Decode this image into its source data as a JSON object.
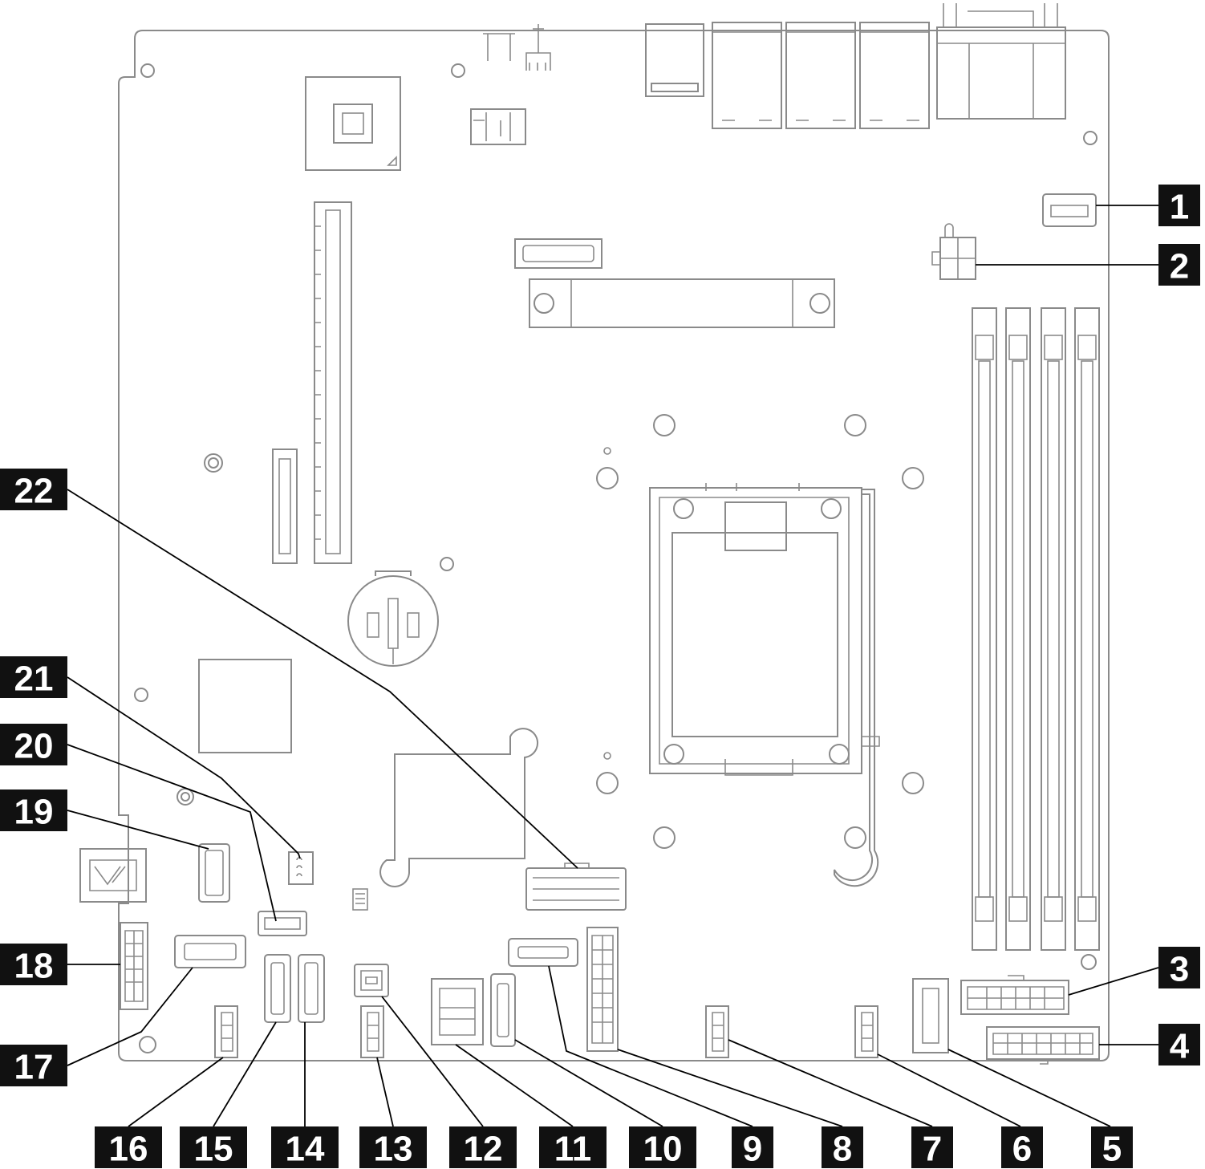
{
  "diagram": {
    "type": "system-board-connector-layout",
    "colors": {
      "board_outline": "#8a8a8a",
      "callout_background": "#111111",
      "callout_text": "#ffffff",
      "leader_line": "#000000"
    }
  },
  "callouts": [
    {
      "label": "1"
    },
    {
      "label": "2"
    },
    {
      "label": "3"
    },
    {
      "label": "4"
    },
    {
      "label": "5"
    },
    {
      "label": "6"
    },
    {
      "label": "7"
    },
    {
      "label": "8"
    },
    {
      "label": "9"
    },
    {
      "label": "10"
    },
    {
      "label": "11"
    },
    {
      "label": "12"
    },
    {
      "label": "13"
    },
    {
      "label": "14"
    },
    {
      "label": "15"
    },
    {
      "label": "16"
    },
    {
      "label": "17"
    },
    {
      "label": "18"
    },
    {
      "label": "19"
    },
    {
      "label": "20"
    },
    {
      "label": "21"
    },
    {
      "label": "22"
    }
  ]
}
